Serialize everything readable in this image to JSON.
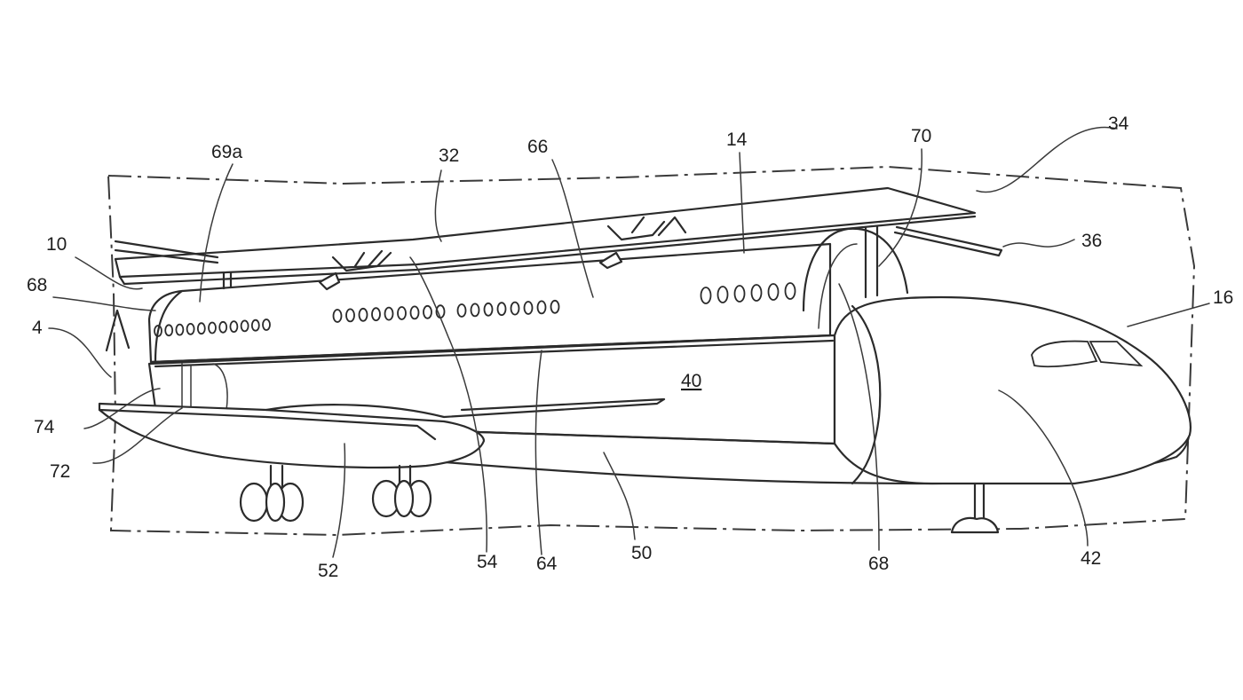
{
  "figure": {
    "reference_numerals": {
      "r10": "10",
      "r14": "14",
      "r16": "16",
      "r32": "32",
      "r34": "34",
      "r36": "36",
      "r40": "40",
      "r42": "42",
      "r50": "50",
      "r52": "52",
      "r54": "54",
      "r64": "64",
      "r66": "66",
      "r68_left": "68",
      "r68_bottom": "68",
      "r69a": "69a",
      "r70": "70",
      "r72": "72",
      "r74": "74",
      "r4": "4"
    },
    "line_color": "#2b2b2b",
    "background": "#ffffff"
  }
}
